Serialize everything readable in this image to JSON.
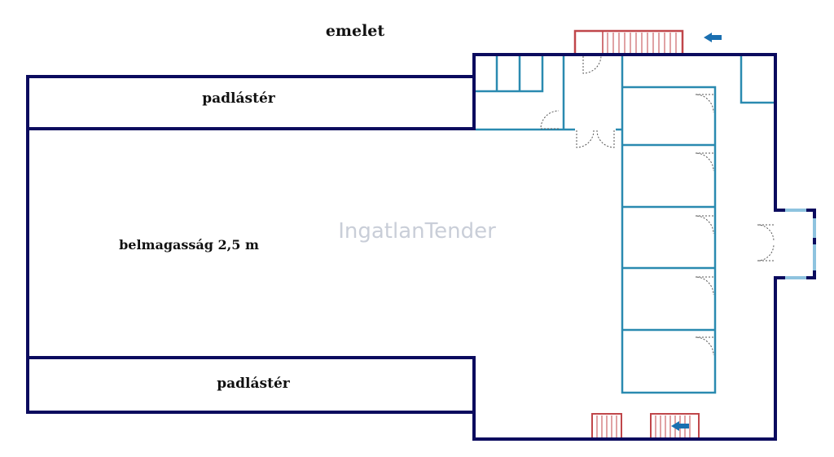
{
  "title": "emelet",
  "labels": {
    "attic_top": "padlástér",
    "attic_bottom": "padlástér",
    "ceiling_height": "belmagasság 2,5 m"
  },
  "watermark": "IngatlanTender",
  "colors": {
    "outer_wall": "#0b0b5e",
    "inner_wall": "#2a8ab0",
    "stair": "#c0464a",
    "arrow": "#1a6fb0",
    "door": "#555555",
    "window": "#8ec3df",
    "watermark": "#c9ced8"
  },
  "icons": {
    "stair_arrow": "arrow-left-icon"
  }
}
